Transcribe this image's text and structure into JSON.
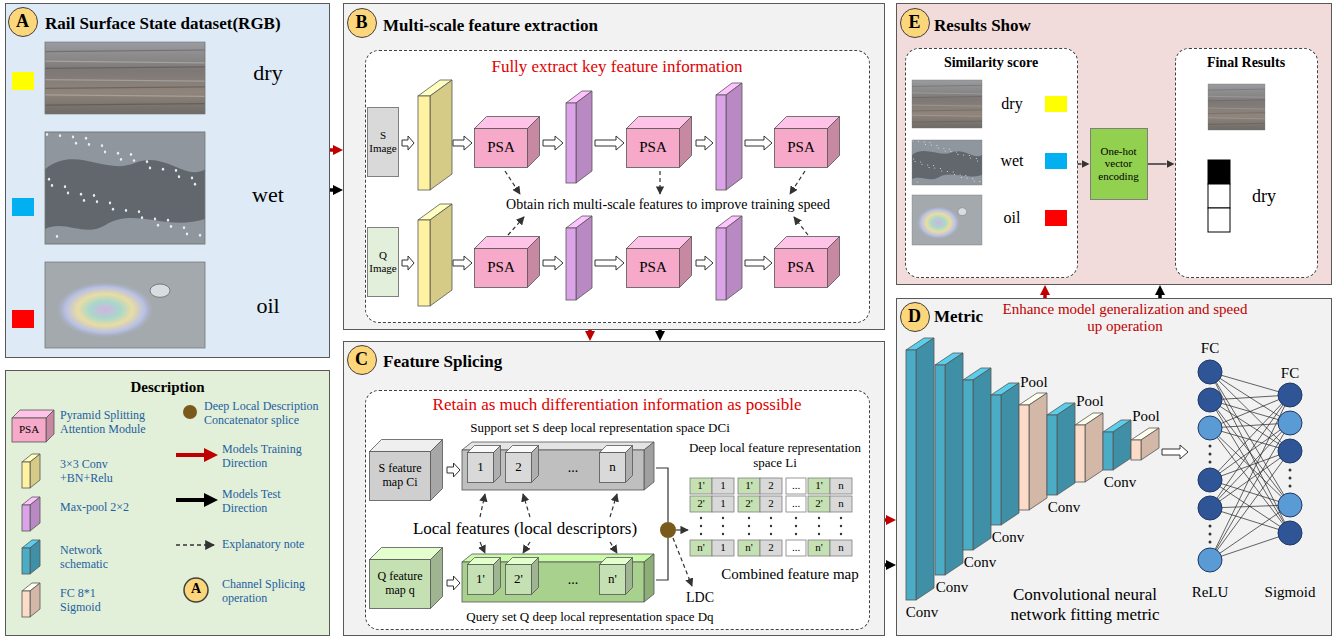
{
  "diagram": {
    "nodes": [
      {
        "text": [
          "Rail Surface State dataset(RGB)"
        ]
      },
      {
        "text": [
          "A"
        ],
        "in": 0
      },
      {
        "text": [
          "Multi-scale feature extraction"
        ]
      },
      {
        "text": [
          "B"
        ],
        "in": 2
      },
      {
        "text": [
          "Fully extract key feature information"
        ],
        "in": 2
      },
      {
        "text": [
          "S Image"
        ],
        "in": 4
      },
      {
        "text": [
          "PSA"
        ],
        "in": 4
      },
      {
        "text": [
          "PSA"
        ],
        "in": 4
      },
      {
        "text": [
          "PSA"
        ],
        "in": 4
      },
      {
        "text": [
          "Q Image"
        ],
        "in": 4
      },
      {
        "text": [
          "PSA"
        ],
        "in": 4
      },
      {
        "text": [
          "PSA"
        ],
        "in": 4
      },
      {
        "text": [
          "PSA"
        ],
        "in": 4
      },
      {
        "text": [
          "Results Show"
        ]
      },
      {
        "text": [
          "E"
        ],
        "in": 13
      },
      {
        "text": [
          "Similarity score"
        ],
        "in": 13
      },
      {
        "text": [
          "One-hot vector encoding"
        ],
        "in": 13
      },
      {
        "text": [
          "Final Results"
        ],
        "in": 13
      },
      {
        "text": [
          "Description"
        ]
      },
      {
        "text": [
          "Feature Splicing"
        ]
      },
      {
        "text": [
          "C"
        ],
        "in": 19
      },
      {
        "text": [
          "Retain as much differentiation information as possible"
        ],
        "in": 19
      },
      {
        "text": [
          "S feature map Ci"
        ],
        "in": 21
      },
      {
        "text": [
          "1"
        ],
        "in": 21
      },
      {
        "text": [
          "2"
        ],
        "in": 21
      },
      {
        "text": [
          "n"
        ],
        "in": 21
      },
      {
        "text": [
          "Q feature map q"
        ],
        "in": 21
      },
      {
        "text": [
          "1'"
        ],
        "in": 21
      },
      {
        "text": [
          "2'"
        ],
        "in": 21
      },
      {
        "text": [
          "n'"
        ],
        "in": 21
      },
      {
        "text": [
          "Metric"
        ]
      },
      {
        "text": [
          "D"
        ],
        "in": 30
      }
    ],
    "edges": [
      {
        "from": 0,
        "to": 2,
        "arrow": "to"
      },
      {
        "from": 0,
        "to": 2,
        "arrow": "to"
      },
      {
        "from": 2,
        "to": 19,
        "arrow": "to"
      },
      {
        "from": 2,
        "to": 19,
        "arrow": "to"
      },
      {
        "from": 19,
        "to": 30,
        "arrow": "to"
      },
      {
        "from": 19,
        "to": 30,
        "arrow": "to"
      },
      {
        "from": 30,
        "to": 13,
        "arrow": "to"
      },
      {
        "from": 30,
        "to": 13,
        "arrow": "to"
      },
      {
        "from": 15,
        "to": 16,
        "arrow": "to"
      },
      {
        "from": 16,
        "to": 17,
        "arrow": "to"
      }
    ],
    "labels": [
      "dry",
      "wet",
      "oil",
      "Obtain rich multi-scale features to improve training speed",
      "dry",
      "wet",
      "oil",
      "dry",
      "PSA",
      "A",
      "Support set S deep local representation space DCi",
      "...",
      "Local features (local descriptors)",
      "...",
      "Query set Q deep local representation space Dq",
      "Deep local feature representation space Li",
      "1'",
      "1",
      "1'",
      "2",
      "...",
      "1'",
      "n",
      "2'",
      "1",
      "2'",
      "2",
      "...",
      "2'",
      "n",
      "n'",
      "1",
      "n'",
      "2",
      "...",
      "n'",
      "n",
      "Combined feature map",
      "LDC",
      "Enhance model generalization and speed up operation",
      "Pool",
      "Pool",
      "Pool",
      "Conv",
      "Conv",
      "Conv",
      "Conv",
      "Conv",
      "Conv",
      "Convolutional neural network fitting metric",
      "FC",
      "FC",
      "ReLU",
      "Sigmoid"
    ],
    "legend": [
      {
        "text": "Pyramid Splitting Attention Module",
        "color": "#f6a9c9"
      },
      {
        "text": "3×3 Conv +BN+Relu",
        "color": "#fff2a0"
      },
      {
        "text": "Max-pool 2×2",
        "color": "#dca4e8"
      },
      {
        "text": "Network schematic",
        "color": "#4bacc6"
      },
      {
        "text": "FC 8*1 Sigmoid",
        "color": "#fcdcc8"
      },
      {
        "text": "Deep Local Description Concatenator splice",
        "color": "#7a5a1c"
      },
      {
        "text": "Models Training Direction"
      },
      {
        "text": "Models Test Direction"
      },
      {
        "text": "Explanatory note"
      },
      {
        "text": "Channel Splicing operation"
      }
    ]
  }
}
